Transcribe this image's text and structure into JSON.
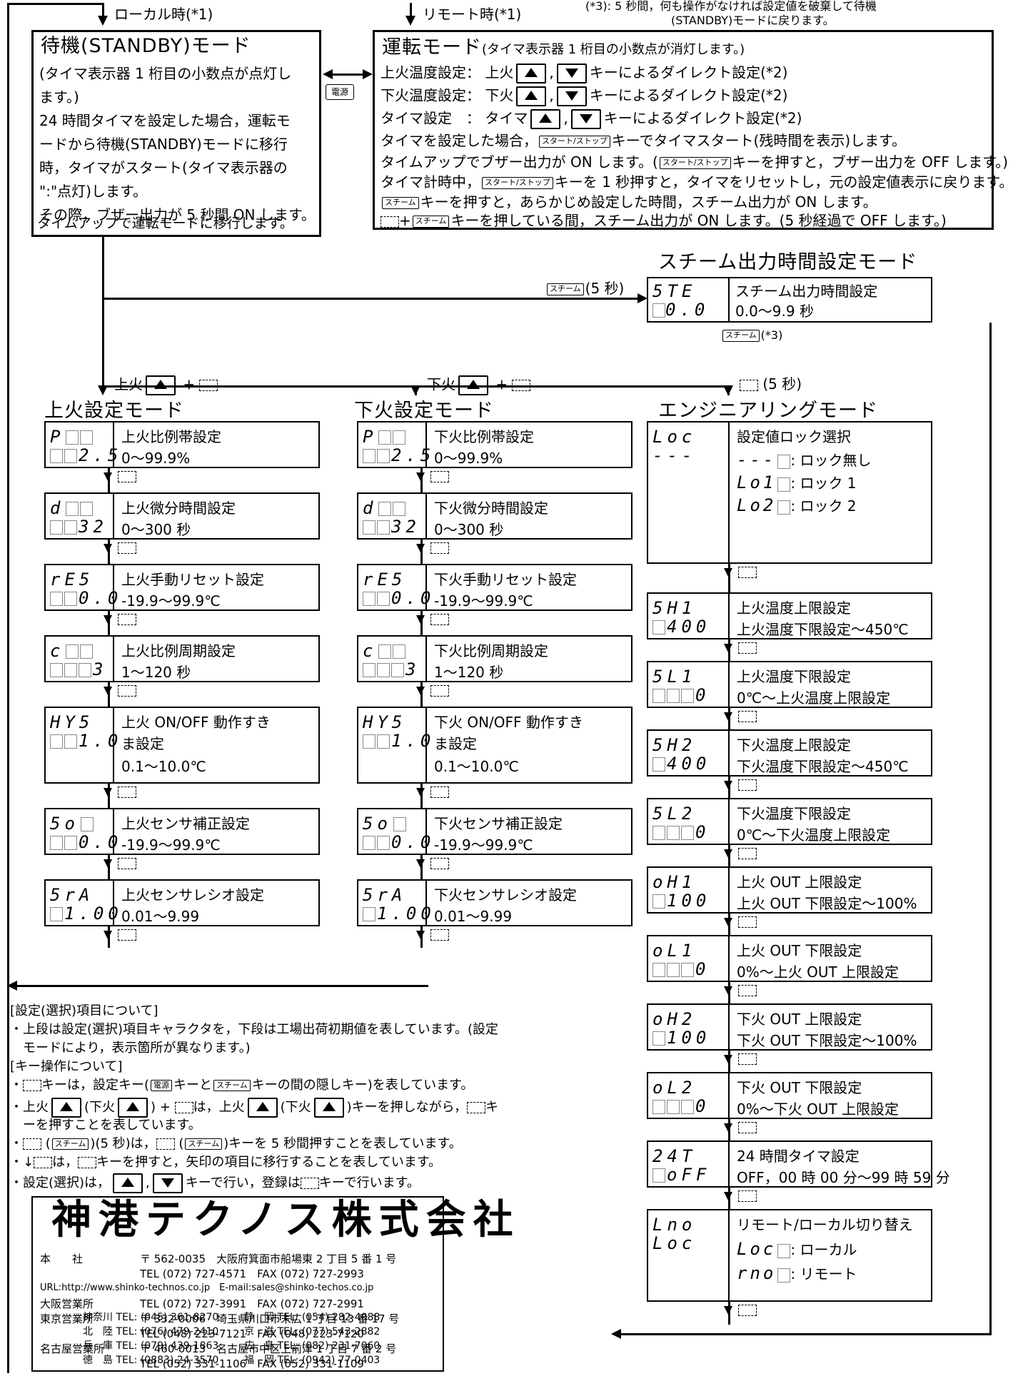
{
  "top": {
    "local": "ローカル時(*1)",
    "remote": "リモート時(*1)",
    "note3a": "(*3): 5 秒間，何も操作がなければ設定値を破棄して待機",
    "note3b": "(STANDBY)モードに戻ります。"
  },
  "standby": {
    "title": "待機(STANDBY)モード",
    "lines": [
      "(タイマ表示器 1 桁目の小数点が点灯し",
      "ます。)",
      "24 時間タイマを設定した場合，運転モ",
      "ードから待機(STANDBY)モードに移行",
      "時，タイマがスタート(タイマ表示器の",
      "\":\"点灯)します。",
      "その際，ブザー出力が 5 秒間 ON します。",
      "タイムアップで運転モードに移行します。"
    ]
  },
  "power_key": "電源",
  "run": {
    "title": "運転モード",
    "title_note": "(タイマ表示器 1 桁目の小数点が消灯します。)",
    "l1a": "上火温度設定： 上火",
    "l1b": "キーによるダイレクト設定(*2)",
    "l2a": "下火温度設定： 下火",
    "l2b": "キーによるダイレクト設定(*2)",
    "l3a": "タイマ設定　： タイマ",
    "l3b": "キーによるダイレクト設定(*2)",
    "l4a": "タイマを設定した場合，",
    "l4b": "キーでタイマスタート(残時間を表示)します。",
    "l5a": "タイムアップでブザー出力が ON します。(",
    "l5b": "キーを押すと，ブザー出力を OFF します。)",
    "l6a": "タイマ計時中，",
    "l6b": "キーを 1 秒押すと，タイマをリセットし，元の設定値表示に戻ります。",
    "l7b": "キーを押すと，あらかじめ設定した時間，スチーム出力が ON します。",
    "l8b": "キーを押している間，スチーム出力が ON します。(5 秒経過で OFF します。)"
  },
  "keys": {
    "steam": "スチーム",
    "start": "スタート/ストップ",
    "comma": ",",
    "plus": "+"
  },
  "steam_mode": {
    "title": "スチーム出力時間設定モード",
    "code": "5TE",
    "init": "0.0",
    "name": "スチーム出力時間設定",
    "range": "0.0～9.9 秒",
    "enter": "(5 秒)",
    "back": "(*3)"
  },
  "branch": {
    "upper": "上火",
    "lower": "下火",
    "eng": "(5 秒)"
  },
  "upper": {
    "title": "上火設定モード",
    "items": [
      {
        "code": "P",
        "init": "2.5",
        "name": "上火比例帯設定",
        "range": "0～99.9%"
      },
      {
        "code": "d",
        "init": "32",
        "name": "上火微分時間設定",
        "range": "0～300 秒"
      },
      {
        "code": "rE5",
        "init": "0.0",
        "name": "上火手動リセット設定",
        "range": "-19.9～99.9℃"
      },
      {
        "code": "c",
        "init": "3",
        "name": "上火比例周期設定",
        "range": "1～120 秒"
      },
      {
        "code": "HY5",
        "init": "1.0",
        "name": "上火 ON/OFF 動作すき",
        "name2": "ま設定",
        "range": "0.1～10.0℃"
      },
      {
        "code": "5o",
        "init": "0.0",
        "name": "上火センサ補正設定",
        "range": "-19.9～99.9℃"
      },
      {
        "code": "5rA",
        "init": "1.00",
        "name": "上火センサレシオ設定",
        "range": "0.01～9.99"
      }
    ]
  },
  "lower": {
    "title": "下火設定モード",
    "items": [
      {
        "code": "P",
        "init": "2.5",
        "name": "下火比例帯設定",
        "range": "0～99.9%"
      },
      {
        "code": "d",
        "init": "32",
        "name": "下火微分時間設定",
        "range": "0～300 秒"
      },
      {
        "code": "rE5",
        "init": "0.0",
        "name": "下火手動リセット設定",
        "range": "-19.9～99.9℃"
      },
      {
        "code": "c",
        "init": "3",
        "name": "下火比例周期設定",
        "range": "1～120 秒"
      },
      {
        "code": "HY5",
        "init": "1.0",
        "name": "下火 ON/OFF 動作すき",
        "name2": "ま設定",
        "range": "0.1～10.0℃"
      },
      {
        "code": "5o",
        "init": "0.0",
        "name": "下火センサ補正設定",
        "range": "-19.9～99.9℃"
      },
      {
        "code": "5rA",
        "init": "1.00",
        "name": "下火センサレシオ設定",
        "range": "0.01～9.99"
      }
    ]
  },
  "eng": {
    "title": "エンジニアリングモード",
    "lock": {
      "code": "Loc",
      "init": "---",
      "name": "設定値ロック選択",
      "o1c": "---",
      "o1": ": ロック無し",
      "o2c": "Lo1",
      "o2": ": ロック 1",
      "o3c": "Lo2",
      "o3": ": ロック 2"
    },
    "items": [
      {
        "code": "5H1",
        "init": "400",
        "name": "上火温度上限設定",
        "range": "上火温度下限設定～450℃"
      },
      {
        "code": "5L1",
        "init": "0",
        "name": "上火温度下限設定",
        "range": "0℃～上火温度上限設定"
      },
      {
        "code": "5H2",
        "init": "400",
        "name": "下火温度上限設定",
        "range": "下火温度下限設定～450℃"
      },
      {
        "code": "5L2",
        "init": "0",
        "name": "下火温度下限設定",
        "range": "0℃～下火温度上限設定"
      },
      {
        "code": "oH1",
        "init": "100",
        "name": "上火 OUT 上限設定",
        "range": "上火 OUT 下限設定～100%"
      },
      {
        "code": "oL1",
        "init": "0",
        "name": "上火 OUT 下限設定",
        "range": "0%～上火 OUT 上限設定"
      },
      {
        "code": "oH2",
        "init": "100",
        "name": "下火 OUT 上限設定",
        "range": "下火 OUT 下限設定～100%"
      },
      {
        "code": "oL2",
        "init": "0",
        "name": "下火 OUT 下限設定",
        "range": "0%～下火 OUT 上限設定"
      },
      {
        "code": "24T",
        "init": "oFF",
        "name": "24 時間タイマ設定",
        "range": "OFF，00 時 00 分～99 時 59 分"
      }
    ],
    "remote": {
      "code": "Lno",
      "init": "Loc",
      "name": "リモート/ローカル切り替え",
      "o1c": "Loc",
      "o1": ": ローカル",
      "o2c": "rno",
      "o2": ": リモート"
    }
  },
  "notes": {
    "h1": "[設定(選択)項目について]",
    "n1": "・上段は設定(選択)項目キャラクタを，下段は工場出荷初期値を表しています。(設定",
    "n1b": "モードにより，表示箇所が異なります。)",
    "h2": "[キー操作について]",
    "n2a": "キーは，設定キー(",
    "n2b": "キーと",
    "n2c": "キーの間の隠しキー)を表しています。",
    "n3a": "・上火",
    "n3b": "(下火",
    "n3c": ") + ",
    "n3d": "は，上火",
    "n3e": "(下火",
    "n3f": ")キーを押しながら，",
    "n3g": "キ",
    "n3h": "ーを押すことを表しています。",
    "n4a": "(5 秒)は，",
    "n4b": "キーを 5 秒間押すことを表しています。",
    "n5a": "は，",
    "n5b": "キーを押すと，矢印の項目に移行することを表しています。",
    "n6a": "・設定(選択)は，",
    "n6b": "キーで行い，登録は",
    "n6c": "キーで行います。"
  },
  "company": {
    "name": "神港テクノス株式会社",
    "rows": [
      [
        "本　　社",
        "〒 562-0035　大阪府箕面市船場東 2 丁目 5 番 1 号"
      ],
      [
        "",
        "TEL (072) 727-4571　FAX (072) 727-2993"
      ],
      [
        "URL:http://www.shinko-technos.co.jp　E-mail:sales@shinko-techos.co.jp",
        ""
      ],
      [
        "大阪営業所",
        "TEL (072) 727-3991　FAX (072) 727-2991"
      ],
      [
        "東京営業所",
        "〒 332-0006　埼玉県川口市末広 1 丁目 13 番 17 号"
      ],
      [
        "",
        "TEL (048) 223-7121　FAX (048) 223-7120"
      ],
      [
        "名古屋営業所",
        "〒 460-0013　名古屋市中区上前津 1 丁目 7 番 2 号"
      ],
      [
        "",
        "TEL (052) 331-1106　FAX (052) 331-1109"
      ]
    ],
    "branches": [
      [
        "神奈川 TEL: (045) 361-8270",
        "静　岡 TEL: (054) 282-4088"
      ],
      [
        "北　陸 TEL: (076) 479-2410",
        "京　滋 TEL: (077) 543-2882"
      ],
      [
        "兵　庫 TEL: (079) 439-1863",
        "広　島 TEL: (082) 231-7060"
      ],
      [
        "徳　島 TEL: (0883) 24-3570",
        "福　岡 TEL: (0942) 77-0403"
      ]
    ]
  }
}
